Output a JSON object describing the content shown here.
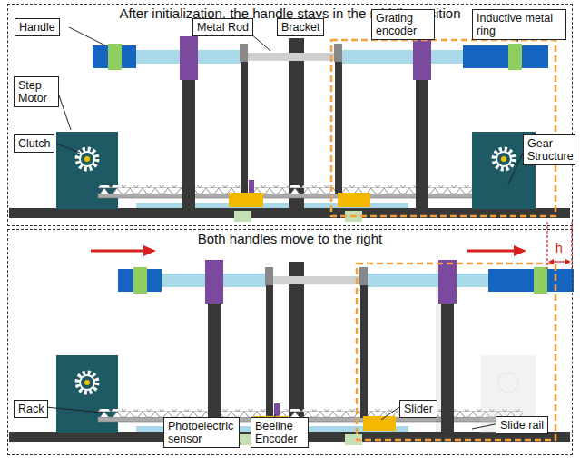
{
  "diagram": {
    "nodes": [
      {
        "text": [
          "After initialization, the handle stays in the middle position"
        ]
      },
      {
        "text": [
          "Both handles move to the right"
        ]
      }
    ],
    "labels": [
      "Handle",
      "Metal Rod",
      "Bracket",
      "Grating encoder",
      "Inductive metal ring",
      "Step Motor",
      "Clutch",
      "Gear Structure",
      "h",
      "Rack",
      "Photoelectric sensor",
      "Beeline Encoder",
      "Slider",
      "Slide rail"
    ]
  }
}
